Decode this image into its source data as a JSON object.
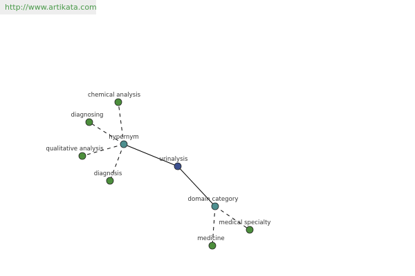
{
  "watermark": "http://www.artikata.com",
  "graph": {
    "center": {
      "label": "urinalysis",
      "color": "#3b4f8e"
    },
    "hubs": [
      {
        "label": "hypernym",
        "color": "#4e8f8f"
      },
      {
        "label": "domain category",
        "color": "#4e8f8f"
      }
    ],
    "leaves": [
      {
        "label": "chemical analysis",
        "color": "#4c8e3c"
      },
      {
        "label": "diagnosing",
        "color": "#4c8e3c"
      },
      {
        "label": "qualitative analysis",
        "color": "#4c8e3c"
      },
      {
        "label": "diagnosis",
        "color": "#4c8e3c"
      },
      {
        "label": "medical specialty",
        "color": "#4c8e3c"
      },
      {
        "label": "medicine",
        "color": "#4c8e3c"
      }
    ]
  }
}
